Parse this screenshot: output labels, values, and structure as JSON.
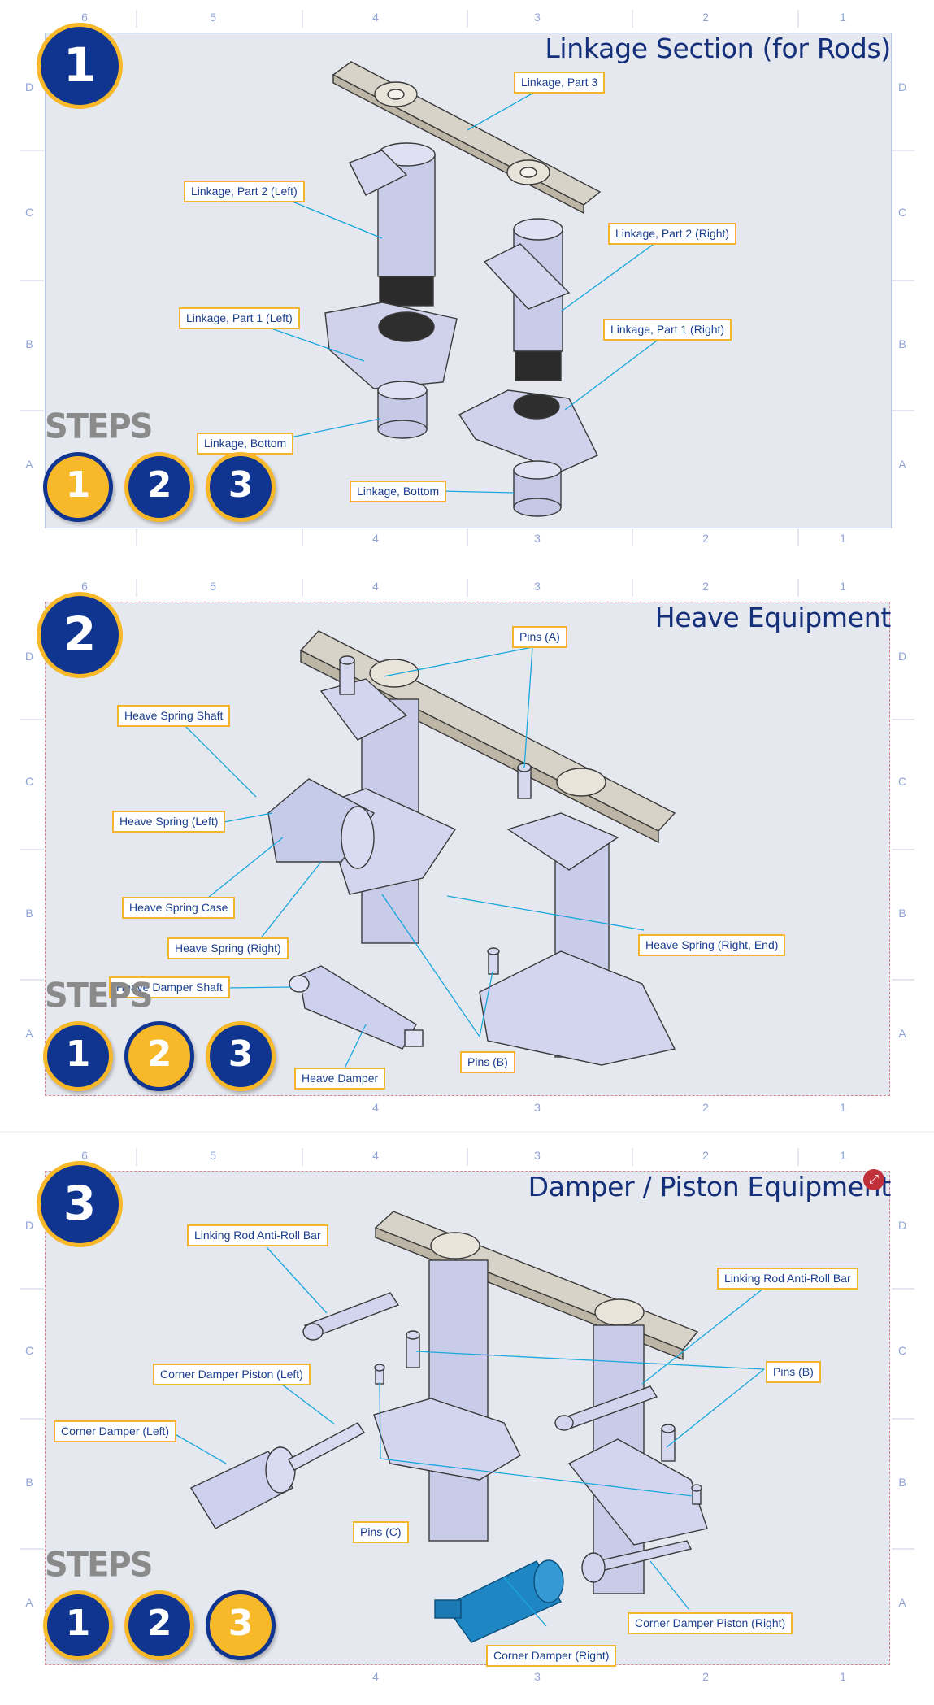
{
  "grid": {
    "columns": [
      "6",
      "5",
      "4",
      "3",
      "2",
      "1"
    ],
    "rows": [
      "D",
      "C",
      "B",
      "A"
    ]
  },
  "steps_label": "STEPS",
  "step_numbers": [
    "1",
    "2",
    "3"
  ],
  "colors": {
    "navy": "#0f3590",
    "gold": "#f7b82a",
    "callout_text": "#1b3f8f",
    "leader": "#1aa7dc",
    "frame": "#e6e8ef"
  },
  "panels": [
    {
      "number": "1",
      "title": "Linkage Section (for Rods)",
      "active_step": 1,
      "callouts": [
        "Linkage, Part 3",
        "Linkage, Part 2 (Left)",
        "Linkage, Part 2 (Right)",
        "Linkage, Part 1 (Left)",
        "Linkage, Part 1 (Right)",
        "Linkage, Bottom",
        "Linkage, Bottom"
      ]
    },
    {
      "number": "2",
      "title": "Heave Equipment",
      "active_step": 2,
      "callouts": [
        "Pins (A)",
        "Heave Spring Shaft",
        "Heave Spring (Left)",
        "Heave Spring Case",
        "Heave Spring (Right)",
        "Heave Spring (Right, End)",
        "Heave Damper Shaft",
        "Heave Damper",
        "Pins (B)"
      ]
    },
    {
      "number": "3",
      "title": "Damper / Piston Equipment",
      "active_step": 3,
      "expand_icon": "expand-icon",
      "callouts": [
        "Linking Rod Anti-Roll Bar",
        "Linking Rod Anti-Roll Bar",
        "Corner Damper Piston (Left)",
        "Pins (B)",
        "Corner Damper (Left)",
        "Pins (C)",
        "Corner Damper (Right)",
        "Corner Damper Piston (Right)"
      ]
    }
  ]
}
